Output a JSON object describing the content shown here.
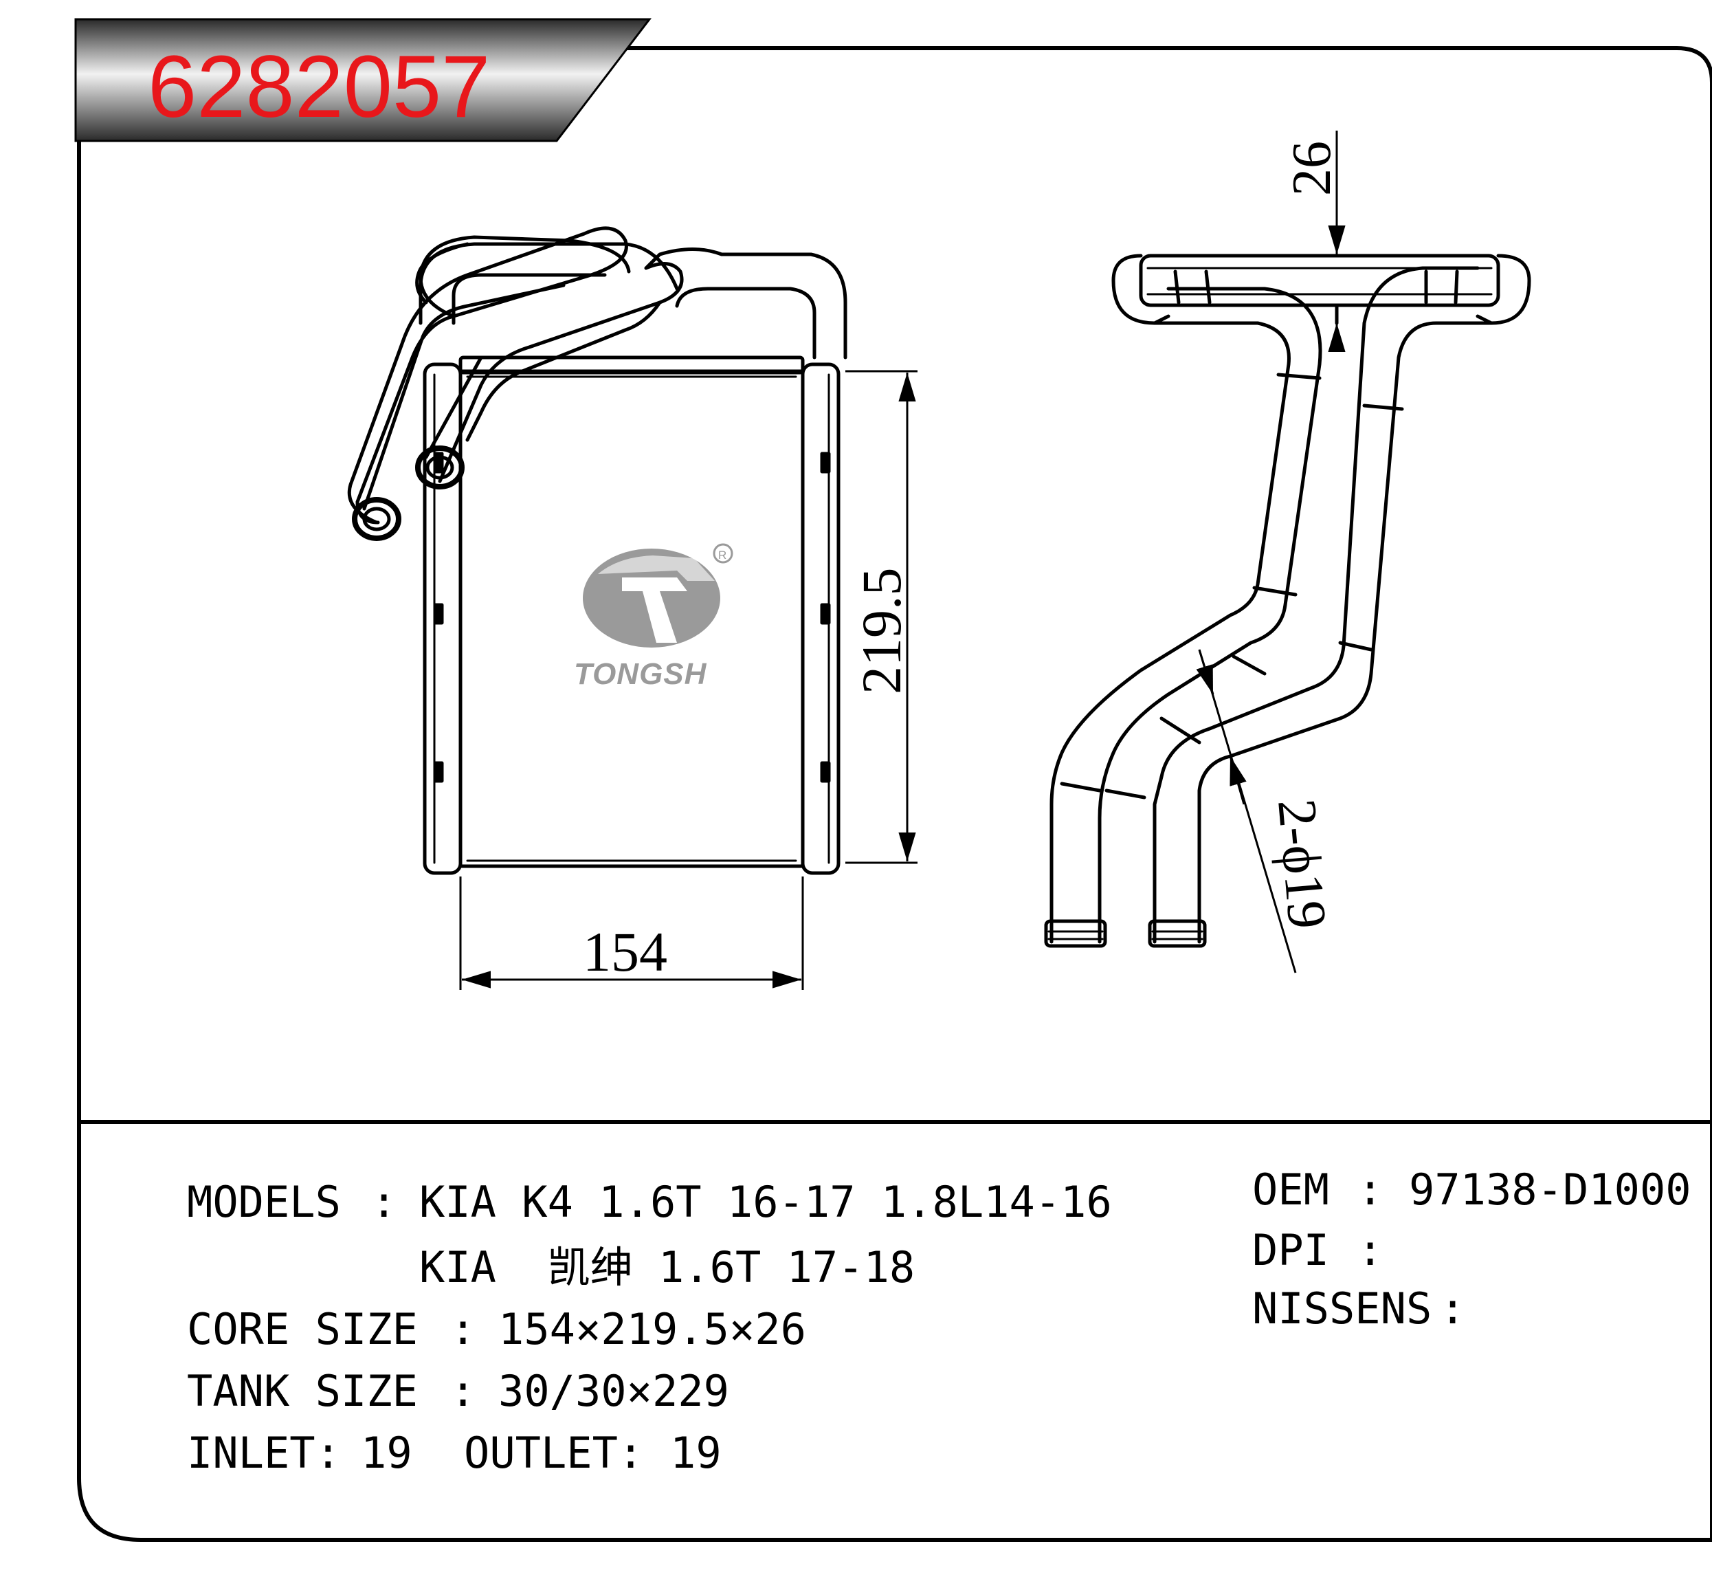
{
  "header": {
    "part_number": "6282057"
  },
  "logo": {
    "brand": "TONGSH",
    "registered_mark": "R"
  },
  "dimensions": {
    "width": "154",
    "height": "219.5",
    "thickness": "26",
    "pipe": "2-ϕ19"
  },
  "specs": {
    "models_label": "MODELS",
    "models_line1": "KIA K4 1.6T 16-17 1.8L14-16",
    "models_line2": "KIA  凯绅 1.6T 17-18",
    "core_label": "CORE SIZE",
    "core_value": "154×219.5×26",
    "tank_label": "TANK SIZE",
    "tank_value": "30/30×229",
    "inlet_label": "INLET:",
    "inlet_value": "19",
    "outlet_label": "OUTLET:",
    "outlet_value": "19",
    "oem_label": "OEM",
    "oem_value": "97138-D1000",
    "dpi_label": "DPI",
    "dpi_value": "",
    "nissens_label": "NISSENS",
    "nissens_value": "",
    "sep": ":"
  },
  "colors": {
    "part_number": "#e8171b",
    "line": "#000000",
    "logo_gray": "#9a9a9a"
  }
}
